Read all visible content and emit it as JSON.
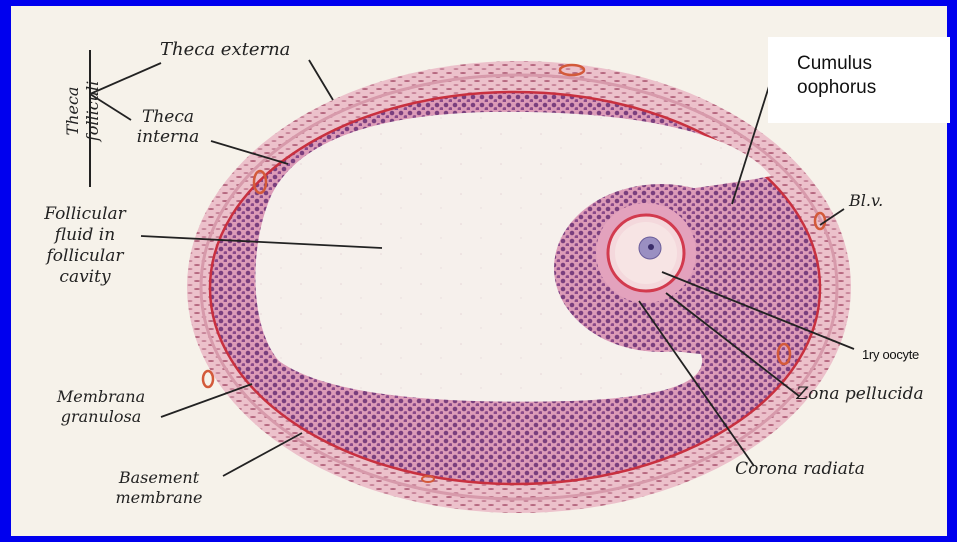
{
  "labels": {
    "theca_folliculi": "Theca folliculi",
    "theca_externa": "Theca externa",
    "theca_interna": "Theca interna",
    "follicular_fluid": "Follicular fluid in follicular cavity",
    "membrana_granulosa": "Membrana granulosa",
    "basement_membrane": "Basement membrane",
    "cumulus_oophorus": "Cumulus\noophorus",
    "bl_v": "Bl.v.",
    "primary_oocyte": "1ry oocyte",
    "zona_pellucida": "Zona pellucida",
    "corona_radiata": "Corona radiata"
  },
  "colors": {
    "frame": "#0000ee",
    "paper": "#f6f2ea",
    "theca": "#e9b7c2",
    "granulosa": "#d690b0",
    "cell_nuclei": "#7a3f7e",
    "basement_line": "#c8303f",
    "oocyte": "#f4d8dc",
    "nucleus": "#9a8fc2",
    "leader_line": "#222222"
  }
}
